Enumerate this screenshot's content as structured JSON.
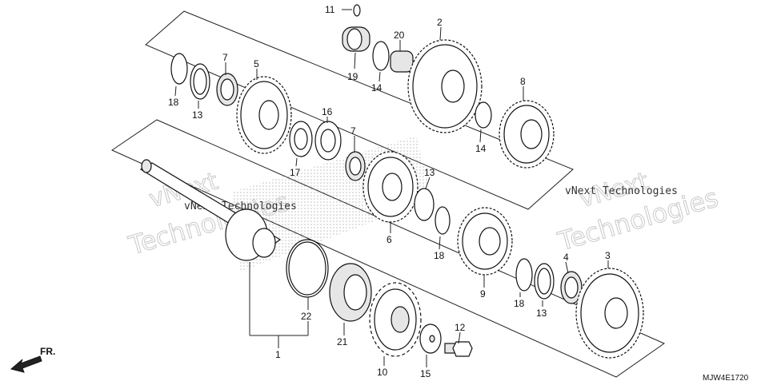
{
  "parts": [
    {
      "id": "p1",
      "label": "1"
    },
    {
      "id": "p2",
      "label": "2"
    },
    {
      "id": "p3",
      "label": "3"
    },
    {
      "id": "p4",
      "label": "4"
    },
    {
      "id": "p6",
      "label": "6"
    },
    {
      "id": "p5",
      "label": "5"
    },
    {
      "id": "p7a",
      "label": "7"
    },
    {
      "id": "p7b",
      "label": "7"
    },
    {
      "id": "p8",
      "label": "8"
    },
    {
      "id": "p9",
      "label": "9"
    },
    {
      "id": "p10",
      "label": "10"
    },
    {
      "id": "p11",
      "label": "11"
    },
    {
      "id": "p12",
      "label": "12"
    },
    {
      "id": "p13a",
      "label": "13"
    },
    {
      "id": "p13b",
      "label": "13"
    },
    {
      "id": "p13c",
      "label": "13"
    },
    {
      "id": "p14a",
      "label": "14"
    },
    {
      "id": "p14b",
      "label": "14"
    },
    {
      "id": "p15",
      "label": "15"
    },
    {
      "id": "p16",
      "label": "16"
    },
    {
      "id": "p17",
      "label": "17"
    },
    {
      "id": "p18a",
      "label": "18"
    },
    {
      "id": "p18b",
      "label": "18"
    },
    {
      "id": "p18c",
      "label": "18"
    },
    {
      "id": "p19",
      "label": "19"
    },
    {
      "id": "p20",
      "label": "20"
    },
    {
      "id": "p21",
      "label": "21"
    },
    {
      "id": "p22",
      "label": "22"
    }
  ],
  "direction_label": "FR.",
  "diagram_code": "MJW4E1720",
  "watermark": {
    "small_text": "vNext Technologies",
    "large_line1": "vNext",
    "large_line2": "Technologies"
  }
}
